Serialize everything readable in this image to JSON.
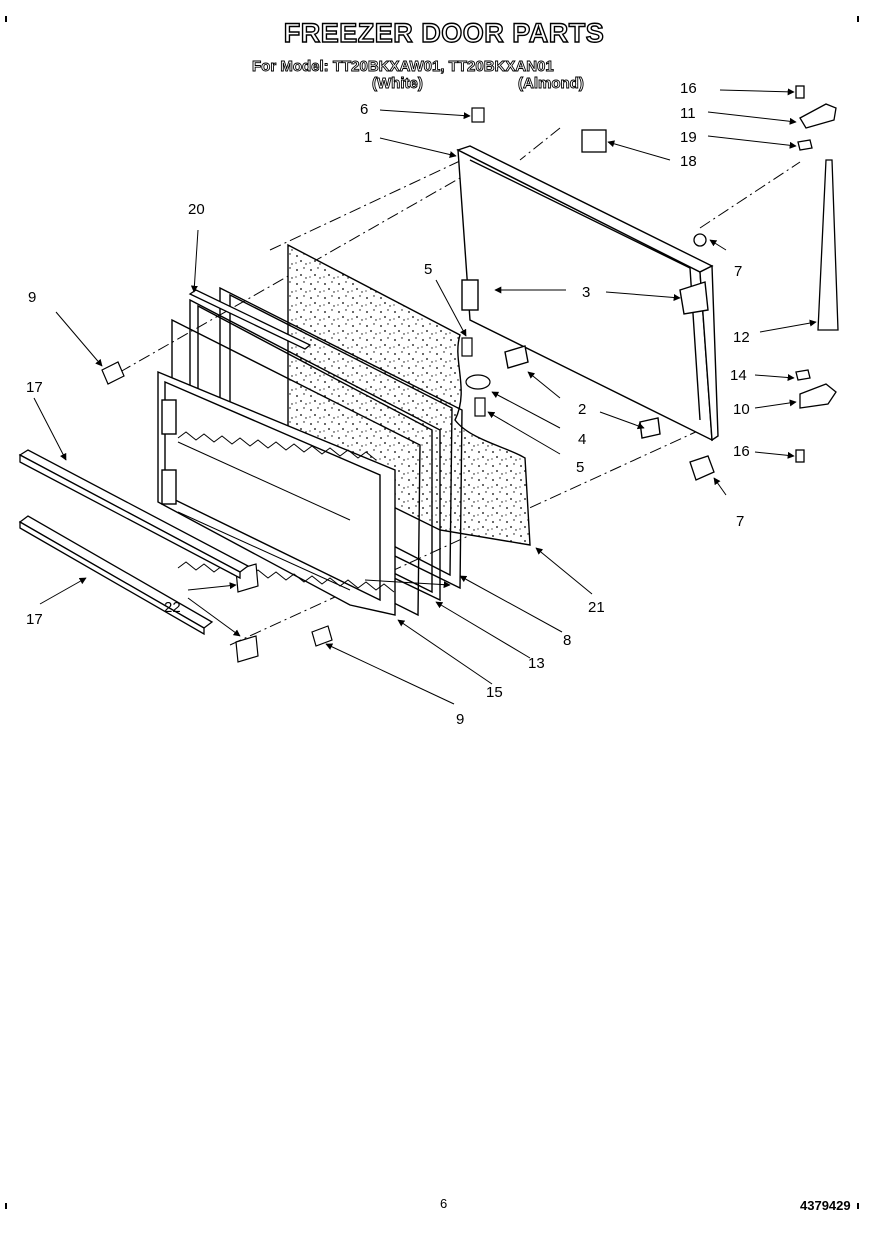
{
  "header": {
    "title": "FREEZER DOOR PARTS",
    "model_line": "For Model: TT20BKXAW01, TT20BKXAN01",
    "variant_white": "(White)",
    "variant_almond": "(Almond)"
  },
  "callouts": [
    "1",
    "2",
    "3",
    "4",
    "5",
    "5",
    "6",
    "7",
    "7",
    "8",
    "9",
    "9",
    "10",
    "11",
    "12",
    "13",
    "14",
    "15",
    "16",
    "16",
    "17",
    "17",
    "18",
    "19",
    "20",
    "21",
    "22"
  ],
  "footer": {
    "page_number": "6",
    "doc_number": "4379429"
  }
}
